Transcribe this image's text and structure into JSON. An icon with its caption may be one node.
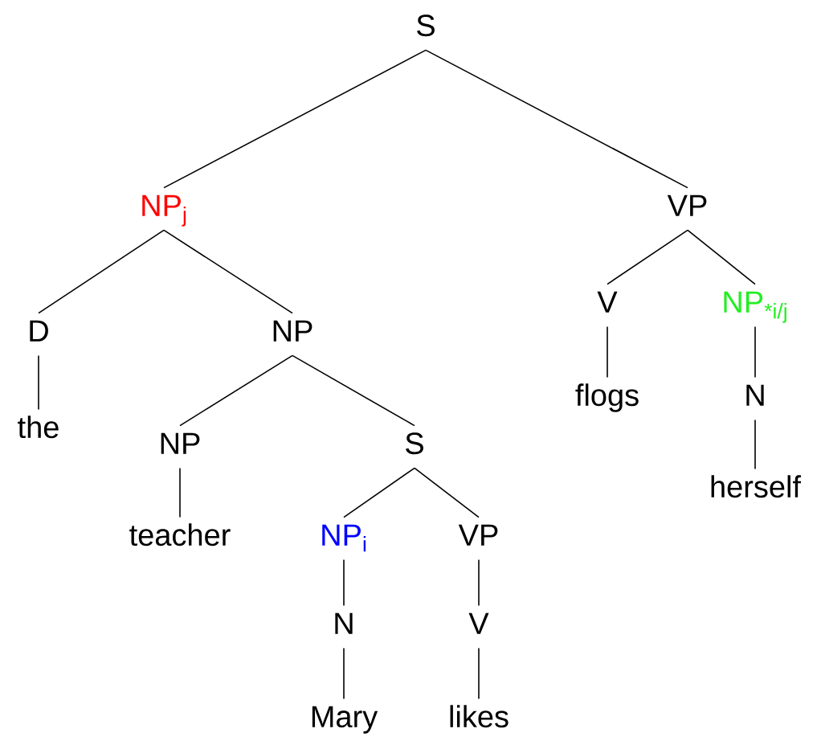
{
  "diagram": {
    "nodes": [
      {
        "text": [
          "S"
        ]
      },
      {
        "text": [
          "NP$_{j}$"
        ]
      },
      {
        "text": [
          "VP"
        ]
      },
      {
        "text": [
          "D"
        ]
      },
      {
        "text": [
          "NP"
        ]
      },
      {
        "text": [
          "V"
        ]
      },
      {
        "text": [
          "NP$_{*i/j}$"
        ]
      },
      {
        "text": [
          "the"
        ]
      },
      {
        "text": [
          "NP"
        ]
      },
      {
        "text": [
          "S"
        ]
      },
      {
        "text": [
          "flogs"
        ]
      },
      {
        "text": [
          "N"
        ]
      },
      {
        "text": [
          "teacher"
        ]
      },
      {
        "text": [
          "NP$_{i}$"
        ]
      },
      {
        "text": [
          "VP"
        ]
      },
      {
        "text": [
          "herself"
        ]
      },
      {
        "text": [
          "N"
        ]
      },
      {
        "text": [
          "V"
        ]
      },
      {
        "text": [
          "Mary"
        ]
      },
      {
        "text": [
          "likes"
        ]
      }
    ],
    "edges": [
      {
        "from": 0,
        "to": 1,
        "arrow": "none"
      },
      {
        "from": 0,
        "to": 2,
        "arrow": "none"
      },
      {
        "from": 1,
        "to": 3,
        "arrow": "none"
      },
      {
        "from": 1,
        "to": 4,
        "arrow": "none"
      },
      {
        "from": 2,
        "to": 5,
        "arrow": "none"
      },
      {
        "from": 2,
        "to": 6,
        "arrow": "none"
      },
      {
        "from": 3,
        "to": 7,
        "arrow": "none"
      },
      {
        "from": 4,
        "to": 8,
        "arrow": "none"
      },
      {
        "from": 4,
        "to": 9,
        "arrow": "none"
      },
      {
        "from": 5,
        "to": 10,
        "arrow": "none"
      },
      {
        "from": 6,
        "to": 11,
        "arrow": "none"
      },
      {
        "from": 8,
        "to": 12,
        "arrow": "none"
      },
      {
        "from": 9,
        "to": 13,
        "arrow": "none"
      },
      {
        "from": 9,
        "to": 14,
        "arrow": "none"
      },
      {
        "from": 11,
        "to": 15,
        "arrow": "none"
      },
      {
        "from": 13,
        "to": 16,
        "arrow": "none"
      },
      {
        "from": 14,
        "to": 17,
        "arrow": "none"
      },
      {
        "from": 16,
        "to": 18,
        "arrow": "none"
      },
      {
        "from": 17,
        "to": 19,
        "arrow": "none"
      }
    ]
  }
}
